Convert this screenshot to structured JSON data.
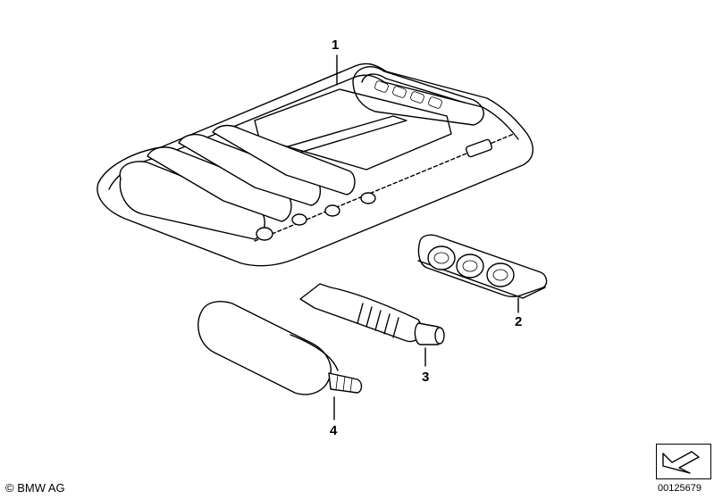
{
  "diagram": {
    "callouts": [
      {
        "id": "1",
        "label": "1"
      },
      {
        "id": "2",
        "label": "2"
      },
      {
        "id": "3",
        "label": "3"
      },
      {
        "id": "4",
        "label": "4"
      }
    ],
    "copyright": "© BMW AG",
    "document_number": "00125679",
    "nav_icon": "arrow-next-icon"
  }
}
